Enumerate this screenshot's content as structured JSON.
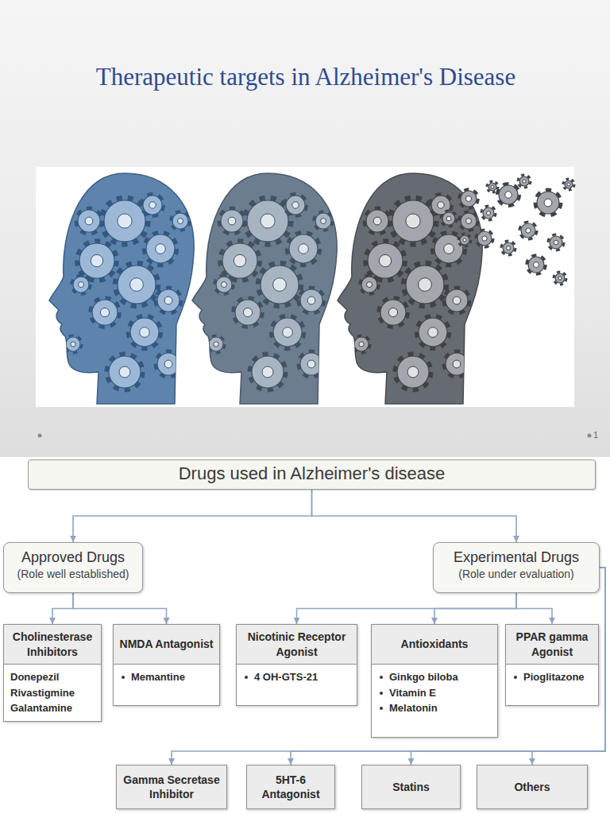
{
  "diagram": {
    "title": "Therapeutic targets in Alzheimer's Disease",
    "nodes": [
      {
        "text": [
          "Drugs used in Alzheimer's disease"
        ]
      },
      {
        "text": [
          "Approved Drugs",
          "(Role well established)"
        ]
      },
      {
        "text": [
          "Experimental Drugs",
          "(Role under evaluation)"
        ]
      },
      {
        "text": [
          "Cholinesterase Inhibitors",
          "Donepezil",
          "Rivastigmine",
          "Galantamine"
        ]
      },
      {
        "text": [
          "NMDA Antagonist",
          "Memantine"
        ]
      },
      {
        "text": [
          "Nicotinic Receptor Agonist",
          "4 OH-GTS-21"
        ]
      },
      {
        "text": [
          "Antioxidants",
          "Ginkgo biloba",
          "Vitamin E",
          "Melatonin"
        ]
      },
      {
        "text": [
          "PPAR gamma Agonist",
          "Pioglitazone"
        ]
      },
      {
        "text": [
          "Gamma Secretase Inhibitor"
        ]
      },
      {
        "text": [
          "5HT-6 Antagonist"
        ]
      },
      {
        "text": [
          "Statins"
        ]
      },
      {
        "text": [
          "Others"
        ]
      }
    ],
    "edges": [
      {
        "from": 0,
        "to": 1,
        "arrow": "to"
      },
      {
        "from": 0,
        "to": 2,
        "arrow": "to"
      },
      {
        "from": 1,
        "to": 3,
        "arrow": "to"
      },
      {
        "from": 1,
        "to": 4,
        "arrow": "to"
      },
      {
        "from": 2,
        "to": 5,
        "arrow": "to"
      },
      {
        "from": 2,
        "to": 6,
        "arrow": "to"
      },
      {
        "from": 2,
        "to": 7,
        "arrow": "to"
      },
      {
        "from": 2,
        "to": 8,
        "arrow": "to"
      },
      {
        "from": 2,
        "to": 9,
        "arrow": "to"
      },
      {
        "from": 2,
        "to": 10,
        "arrow": "to"
      },
      {
        "from": 2,
        "to": 11,
        "arrow": "to"
      }
    ],
    "labels": [
      "1"
    ]
  }
}
